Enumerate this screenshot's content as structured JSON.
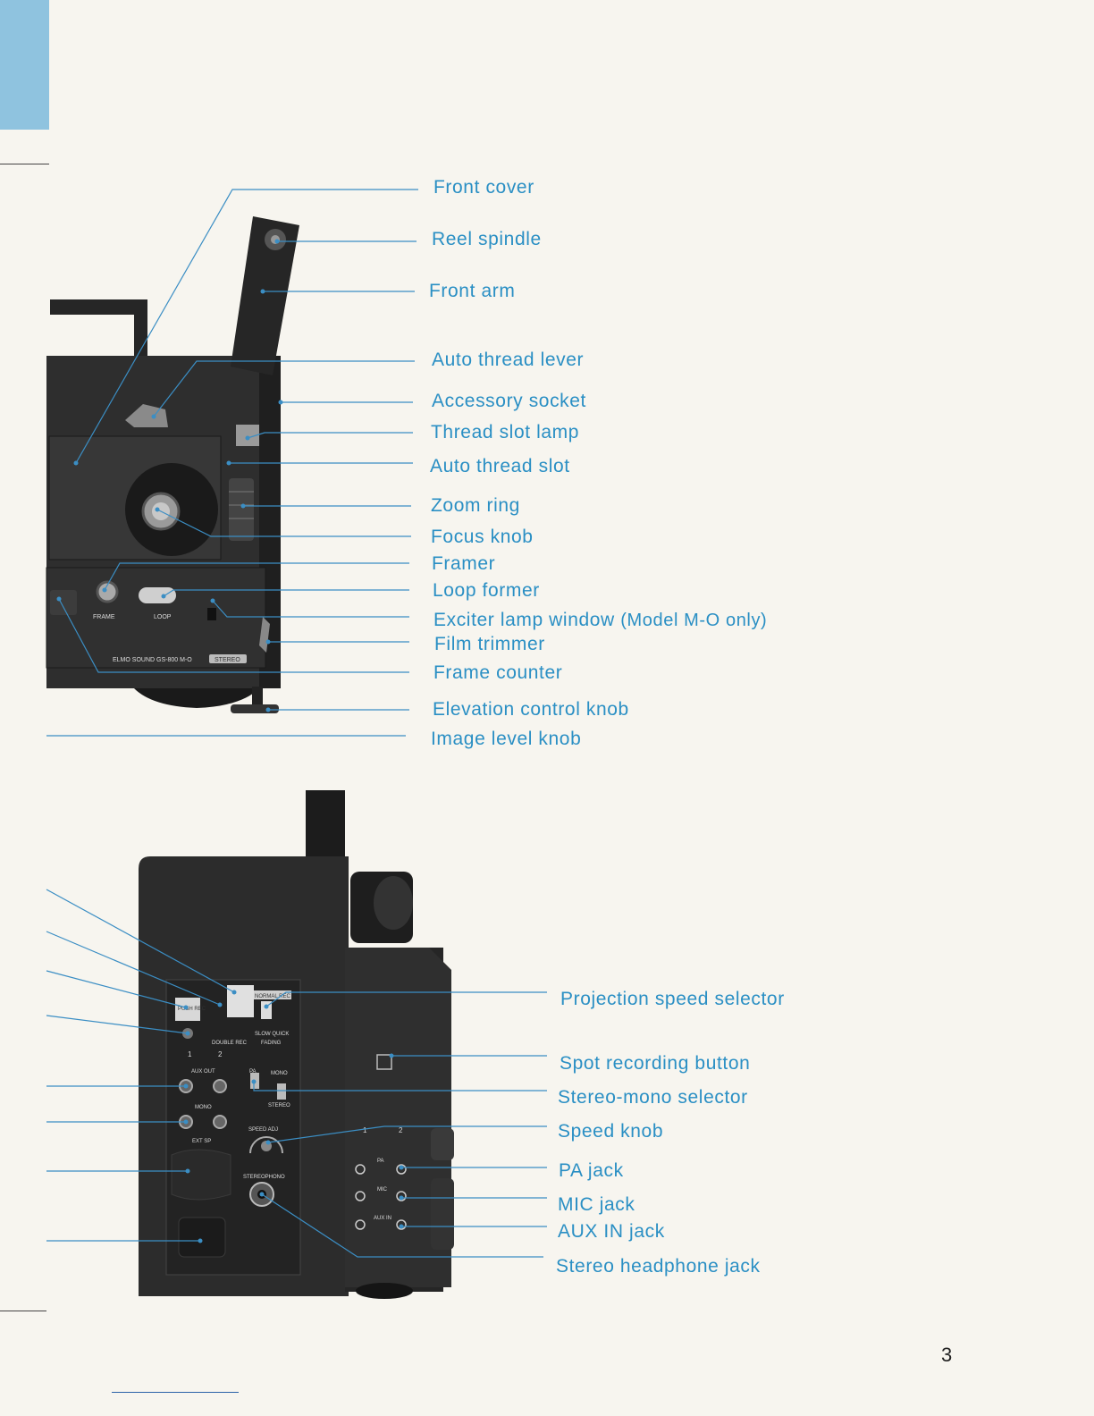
{
  "colors": {
    "accent": "#2a8fc4",
    "leader_line": "#3b8ec4",
    "tab": "#8fc3df",
    "projector_body": "#2b2b2b",
    "paper": "#f7f5ef"
  },
  "front_view": {
    "callouts": [
      {
        "label": "Front cover"
      },
      {
        "label": "Reel spindle"
      },
      {
        "label": "Front arm"
      },
      {
        "label": "Auto thread lever"
      },
      {
        "label": "Accessory socket"
      },
      {
        "label": "Thread slot lamp"
      },
      {
        "label": "Auto thread slot"
      },
      {
        "label": "Zoom ring"
      },
      {
        "label": "Focus knob"
      },
      {
        "label": "Framer"
      },
      {
        "label": "Loop former"
      },
      {
        "label": "Exciter lamp window",
        "note": "(Model M-O only)"
      },
      {
        "label": "Film trimmer"
      },
      {
        "label": "Frame counter"
      },
      {
        "label": "Elevation control knob"
      },
      {
        "label": "Image level knob"
      }
    ],
    "device_text": {
      "model_plate": "ELMO SOUND GS-800 M-O",
      "stereo_badge": "STEREO",
      "frame_label": "FRAME",
      "loop_label": "LOOP"
    }
  },
  "side_view": {
    "callouts": [
      {
        "label": "Projection speed selector"
      },
      {
        "label": "Spot recording button"
      },
      {
        "label": "Stereo-mono selector"
      },
      {
        "label": "Speed knob"
      },
      {
        "label": "PA jack"
      },
      {
        "label": "MIC jack"
      },
      {
        "label": "AUX IN jack"
      },
      {
        "label": "Stereo headphone jack"
      }
    ],
    "device_text": {
      "push_rec": "PUSH REC",
      "normal_rec": "NORMAL REC",
      "slow_quick": "SLOW QUICK",
      "double_rec": "DOUBLE REC",
      "fading": "FADING",
      "aux_out": "AUX OUT",
      "mono": "MONO",
      "ext_sp": "EXT SP",
      "pa": "PA",
      "stereo": "STEREO",
      "mic": "MIC",
      "aux_in": "AUX IN",
      "speed_adj": "SPEED ADJ",
      "stereophono": "STEREOPHONO",
      "ch1": "1",
      "ch2": "2"
    }
  },
  "footer": {
    "page_number": "3"
  }
}
